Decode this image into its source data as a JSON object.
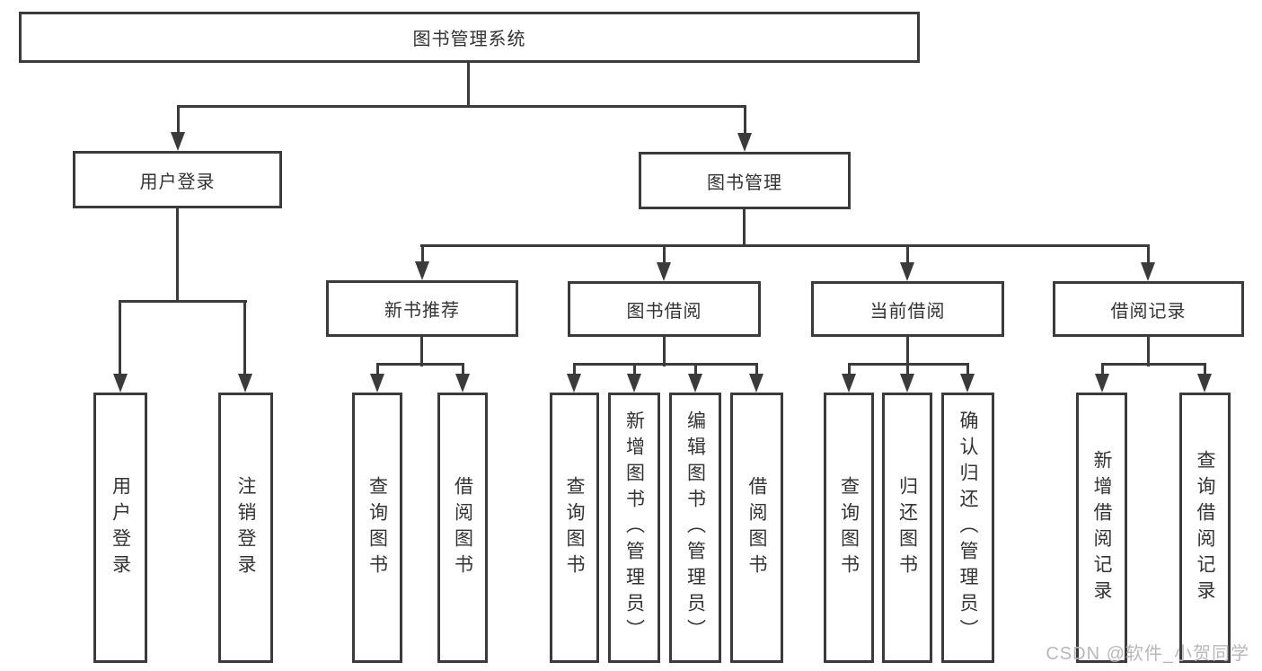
{
  "tree": {
    "root": "图书管理系统",
    "branches": [
      {
        "label": "用户登录",
        "children": [
          "用户登录",
          "注销登录"
        ]
      },
      {
        "label": "图书管理",
        "groups": [
          {
            "label": "新书推荐",
            "children": [
              "查询图书",
              "借阅图书"
            ]
          },
          {
            "label": "图书借阅",
            "children": [
              "查询图书",
              "新增图书（管理员）",
              "编辑图书（管理员）",
              "借阅图书"
            ]
          },
          {
            "label": "当前借阅",
            "children": [
              "查询图书",
              "归还图书",
              "确认归还（管理员）"
            ]
          },
          {
            "label": "借阅记录",
            "children": [
              "新增借阅记录",
              "查询借阅记录"
            ]
          }
        ]
      }
    ]
  },
  "watermark": "CSDN @软件_小贺同学",
  "colors": {
    "line": "#3b3b3b",
    "text": "#333333",
    "watermark": "#b8b8b8",
    "background": "#ffffff"
  }
}
